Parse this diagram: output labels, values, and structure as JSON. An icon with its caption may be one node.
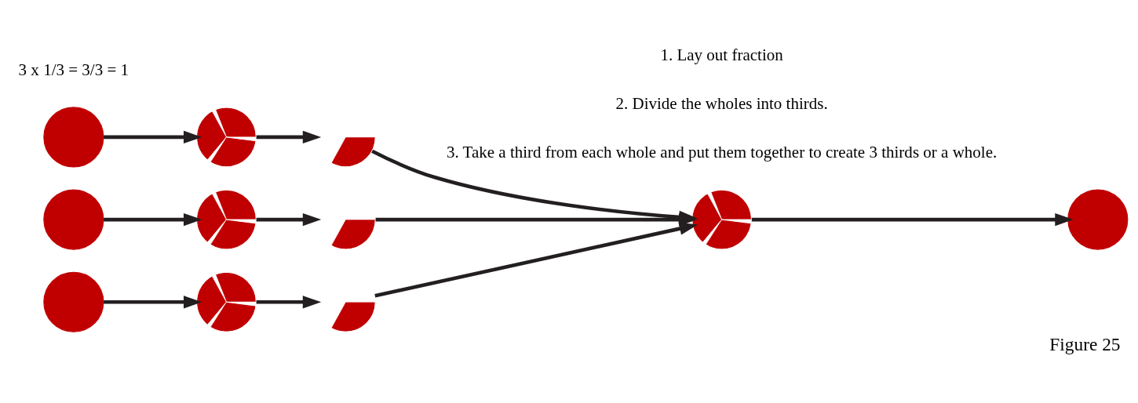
{
  "diagram": {
    "caption": "Figure 25",
    "nodes": [
      {
        "text": [],
        "shape": "circle"
      },
      {
        "text": [],
        "shape": "circle"
      },
      {
        "text": [],
        "shape": "circle"
      },
      {
        "text": [],
        "shape": "pie"
      },
      {
        "text": [],
        "shape": "pie"
      },
      {
        "text": [],
        "shape": "pie"
      },
      {
        "text": [],
        "shape": "wedge"
      },
      {
        "text": [],
        "shape": "wedge"
      },
      {
        "text": [],
        "shape": "wedge"
      },
      {
        "text": [],
        "shape": "pie"
      },
      {
        "text": [],
        "shape": "circle"
      }
    ],
    "edges": [
      {
        "from": 0,
        "to": 3,
        "arrow": "to"
      },
      {
        "from": 1,
        "to": 4,
        "arrow": "to"
      },
      {
        "from": 2,
        "to": 5,
        "arrow": "to"
      },
      {
        "from": 3,
        "to": 6,
        "arrow": "to"
      },
      {
        "from": 4,
        "to": 7,
        "arrow": "to"
      },
      {
        "from": 5,
        "to": 8,
        "arrow": "to"
      },
      {
        "from": 6,
        "to": 9,
        "arrow": "to"
      },
      {
        "from": 7,
        "to": 9,
        "arrow": "to"
      },
      {
        "from": 8,
        "to": 9,
        "arrow": "to"
      },
      {
        "from": 9,
        "to": 10,
        "arrow": "to"
      }
    ],
    "labels": [
      "3 x 1/3 = 3/3 = 1",
      "1. Lay out fraction",
      "2. Divide the wholes into thirds.",
      "3. Take a third from each whole and put them together to create 3 thirds or a whole."
    ]
  }
}
